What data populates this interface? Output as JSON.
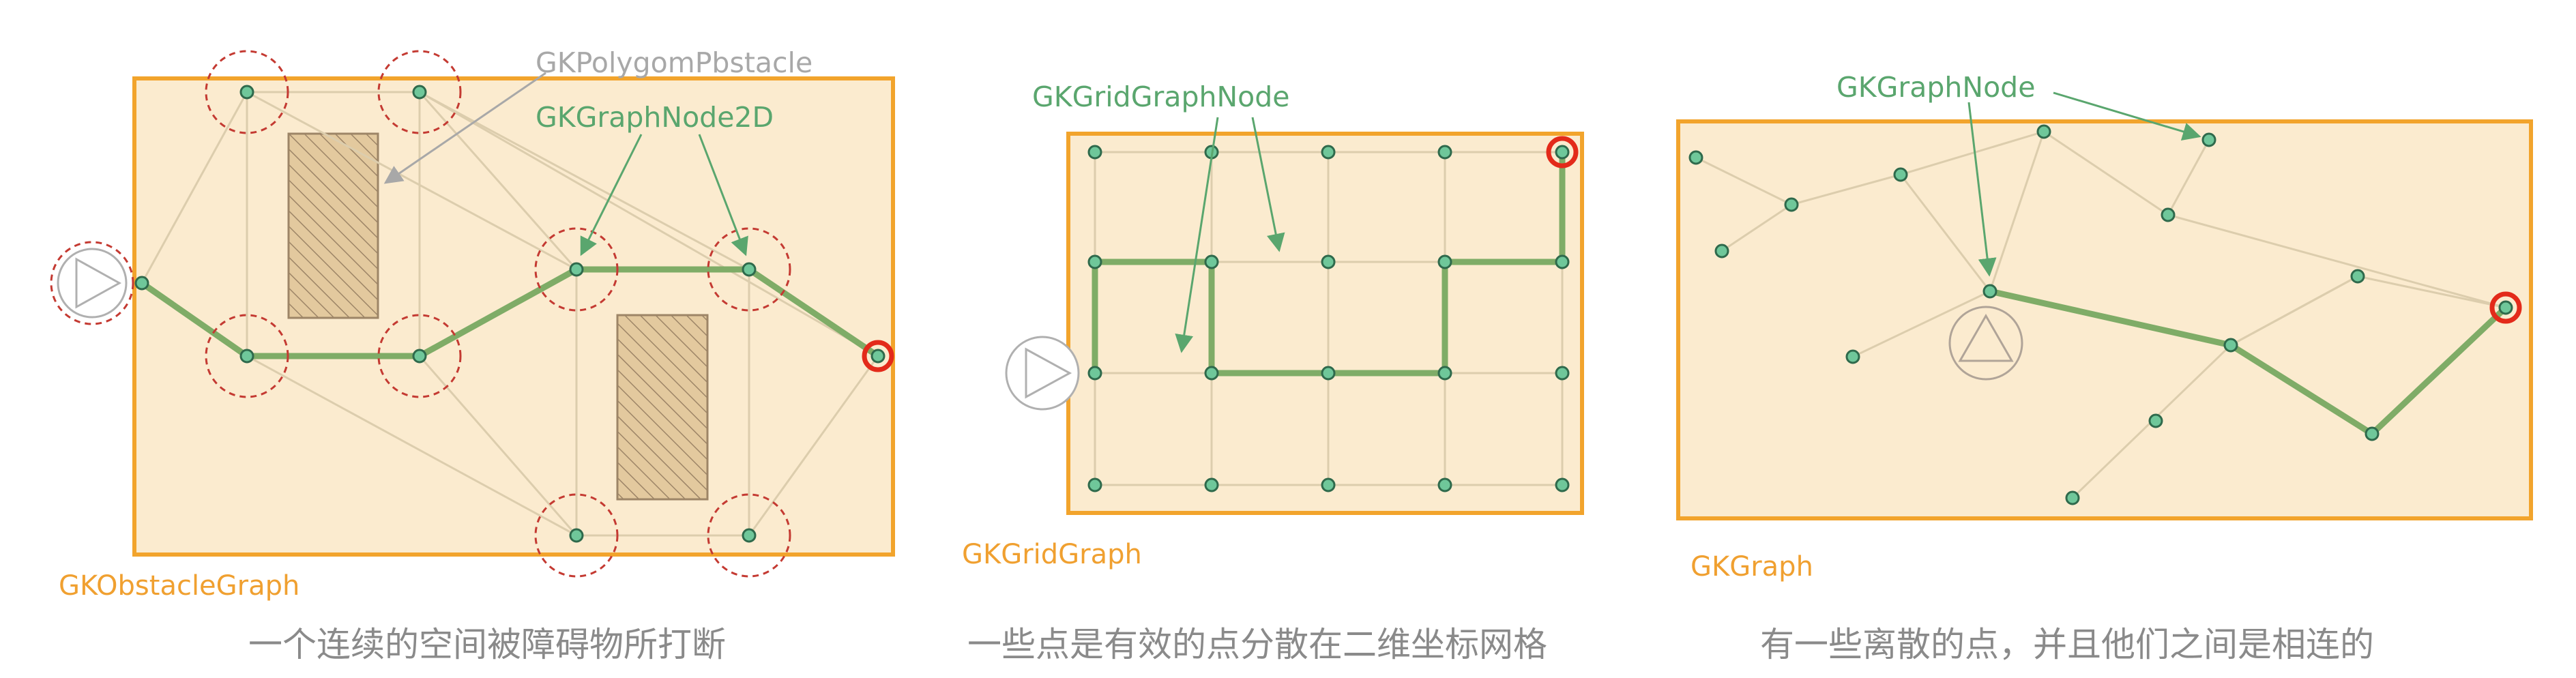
{
  "panels": {
    "obstacle": {
      "title": "GKObstacleGraph",
      "caption": "一个连续的空间被障碍物所打断",
      "label_obstacle": "GKPolygomPbstacle",
      "label_node": "GKGraphNode2D"
    },
    "grid": {
      "title": "GKGridGraph",
      "caption": "一些点是有效的点分散在二维坐标网格",
      "label_node": "GKGridGraphNode"
    },
    "graph": {
      "title": "GKGraph",
      "caption": "有一些离散的点，并且他们之间是相连的",
      "label_node": "GKGraphNode"
    }
  },
  "colors": {
    "frame_fill": "#fbebcf",
    "frame_stroke": "#f2a42c",
    "edge": "#dccdad",
    "path": "#7fac67",
    "node_fill": "#6fc79a",
    "node_stroke": "#2f6a4c",
    "goal_ring": "#e32a1a",
    "dashed_ring": "#c43a32",
    "obstacle_fill": "#e3c99e",
    "obstacle_stroke": "#9d8567"
  },
  "icons": {
    "start_obstacle": "play-triangle-icon",
    "start_grid": "play-triangle-icon",
    "start_graph": "up-triangle-icon"
  }
}
